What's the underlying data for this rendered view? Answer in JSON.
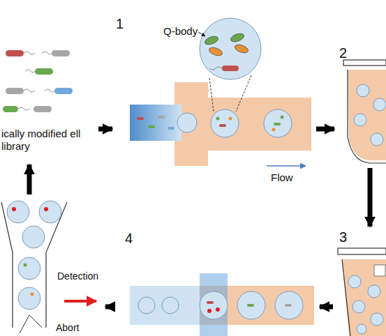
{
  "diagram": {
    "nodes": [
      {
        "text": [
          "ically modified ell library"
        ]
      },
      {
        "text": [
          "1",
          "Q-body",
          "Flow"
        ]
      },
      {
        "text": [
          "2"
        ]
      },
      {
        "text": [
          "3"
        ]
      },
      {
        "text": [
          "4"
        ]
      },
      {
        "text": [
          "Detection",
          "Abort"
        ]
      }
    ],
    "edges": [
      {
        "from": 0,
        "to": 1,
        "arrow": "to"
      },
      {
        "from": 1,
        "to": 2,
        "arrow": "to"
      },
      {
        "from": 2,
        "to": 3,
        "arrow": "to"
      },
      {
        "from": 3,
        "to": 4,
        "arrow": "to"
      },
      {
        "from": 4,
        "to": 5,
        "arrow": "to"
      },
      {
        "from": 5,
        "to": 0,
        "arrow": "to"
      }
    ]
  }
}
